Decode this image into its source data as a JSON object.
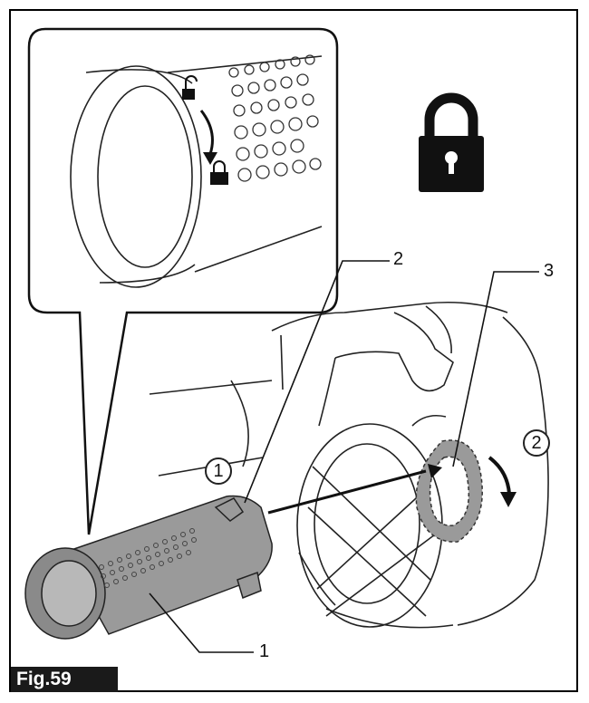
{
  "figure": {
    "label": "Fig.59"
  },
  "callouts": {
    "c1": "1",
    "c2": "2",
    "c3": "3"
  },
  "steps": {
    "s1": "1",
    "s2": "2"
  },
  "icons": {
    "lock": "padlock-locked",
    "inset_locked": "small-padlock-locked",
    "inset_unlocked": "small-padlock-unlocked"
  },
  "colors": {
    "ink": "#111111",
    "grey_part": "#9a9a9a",
    "hatch": "#7d7d7d",
    "label_bg": "#1a1a1a"
  }
}
